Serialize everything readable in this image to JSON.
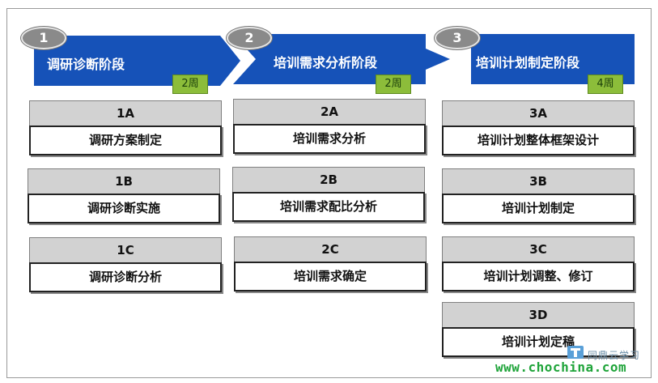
{
  "phases": [
    {
      "number": "1",
      "title": "调研诊断阶段",
      "duration": "2周"
    },
    {
      "number": "2",
      "title": "培训需求分析阶段",
      "duration": "2周"
    },
    {
      "number": "3",
      "title": "培训计划制定阶段",
      "duration": "4周"
    }
  ],
  "tasks": {
    "col1": [
      {
        "code": "1A",
        "label": "调研方案制定"
      },
      {
        "code": "1B",
        "label": "调研诊断实施"
      },
      {
        "code": "1C",
        "label": "调研诊断分析"
      }
    ],
    "col2": [
      {
        "code": "2A",
        "label": "培训需求分析"
      },
      {
        "code": "2B",
        "label": "培训需求配比分析"
      },
      {
        "code": "2C",
        "label": "培训需求确定"
      }
    ],
    "col3": [
      {
        "code": "3A",
        "label": "培训计划整体框架设计"
      },
      {
        "code": "3B",
        "label": "培训计划制定"
      },
      {
        "code": "3C",
        "label": "培训计划调整、修订"
      },
      {
        "code": "3D",
        "label": "培训计划定稿"
      }
    ]
  },
  "watermark": {
    "text": "同鼎云学习",
    "url": "www.chochina.com"
  },
  "colors": {
    "phase_blue": "#1652b8",
    "duration_green": "#8cbd3a",
    "code_gray": "#d2d2d2"
  }
}
